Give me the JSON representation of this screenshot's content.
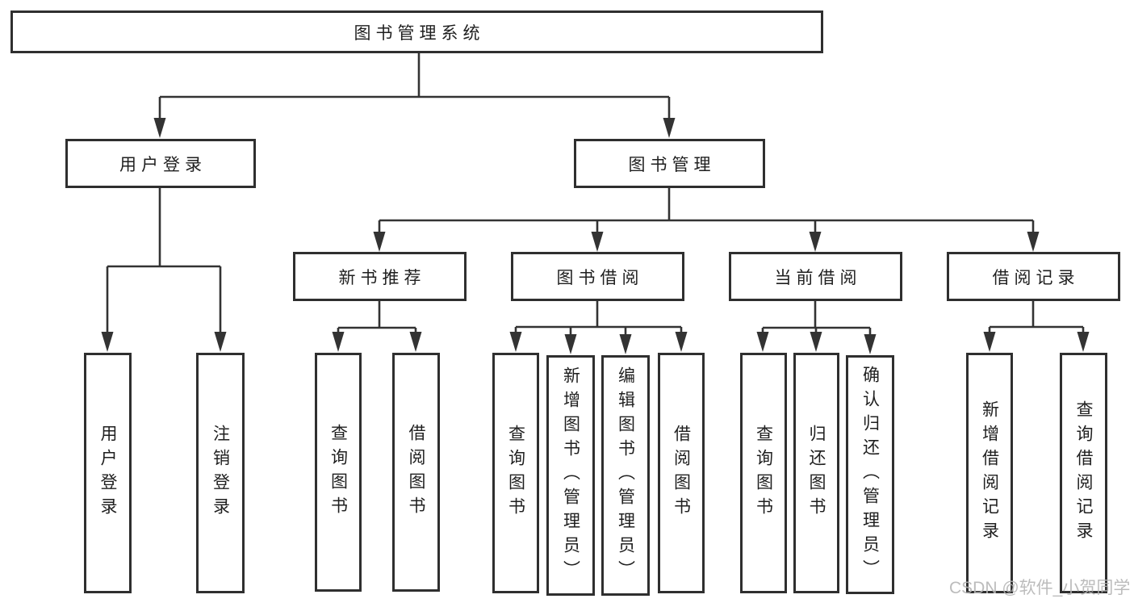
{
  "colors": {
    "line": "#333333",
    "box_border": "#2f2f2f",
    "text": "#1f1f1f",
    "watermark": "#b5b5b5",
    "background": "#ffffff"
  },
  "tree": {
    "root": {
      "label": "图书管理系统"
    },
    "user": {
      "label": "用户登录",
      "children": [
        "用户登录",
        "注销登录"
      ]
    },
    "mgmt": {
      "label": "图书管理",
      "groups": [
        {
          "label": "新书推荐",
          "children": [
            "查询图书",
            "借阅图书"
          ]
        },
        {
          "label": "图书借阅",
          "children": [
            "查询图书",
            "新增图书（管理员）",
            "编辑图书（管理员）",
            "借阅图书"
          ]
        },
        {
          "label": "当前借阅",
          "children": [
            "查询图书",
            "归还图书",
            "确认归还（管理员）"
          ]
        },
        {
          "label": "借阅记录",
          "children": [
            "新增借阅记录",
            "查询借阅记录"
          ]
        }
      ]
    }
  },
  "watermark": {
    "text": "CSDN @软件_小贺同学"
  }
}
